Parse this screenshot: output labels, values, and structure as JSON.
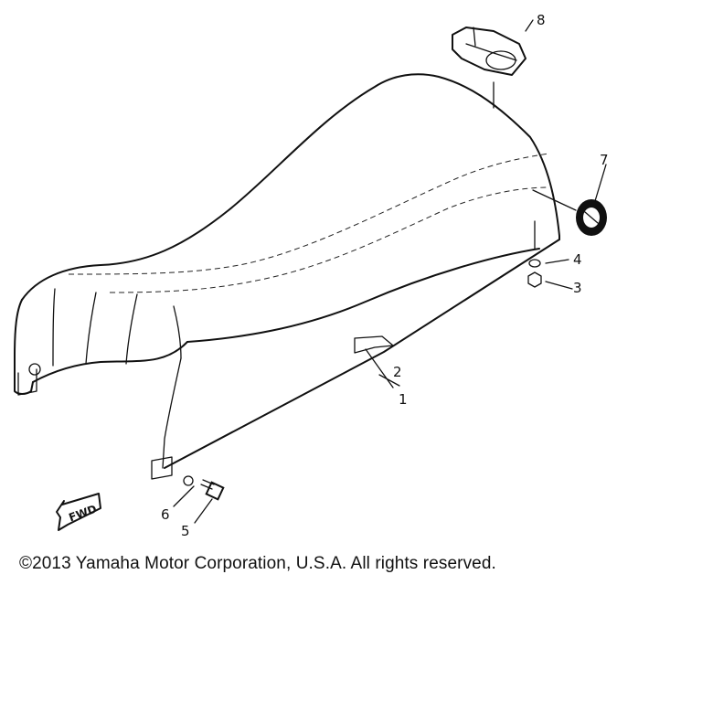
{
  "diagram": {
    "callouts": [
      "1",
      "2",
      "3",
      "4",
      "5",
      "6",
      "7",
      "8"
    ],
    "fwd_label": "FWD"
  },
  "footer": {
    "copyright": "©2013 Yamaha Motor Corporation, U.S.A. All rights reserved."
  }
}
